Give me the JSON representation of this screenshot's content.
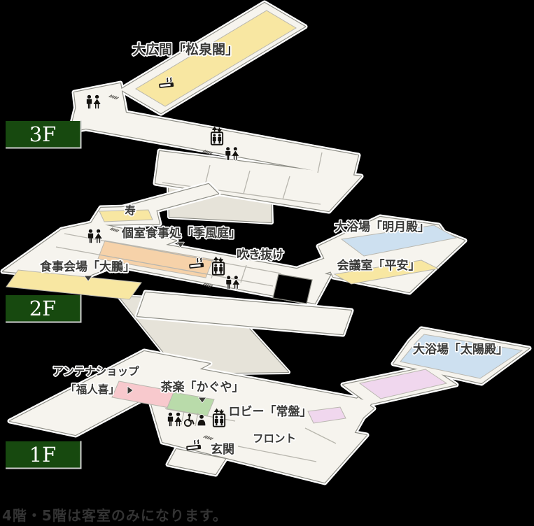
{
  "note": "4階・5階は客室のみになります。",
  "colors": {
    "bg": "#000000",
    "floor": "#f6f4ee",
    "edge": "#8e8e86",
    "ramp": "#e6e3d9",
    "divider": "#b8b6ae",
    "roomYellow": "#f8e7a2",
    "roomPeach": "#f6d2a9",
    "roomBlue": "#cde0f0",
    "roomPink": "#f8c9cd",
    "roomGreen": "#b9dbaa",
    "roomLavender": "#f0d7ee",
    "badgeBg": "#17490f",
    "badgeText": "#ffffff",
    "labelText": "#3a3a38",
    "atrium": "#000000"
  },
  "floors": {
    "f3": {
      "badge": "3F",
      "rooms": {
        "shosenkaku": "大広間「松泉閣」"
      }
    },
    "f2": {
      "badge": "2F",
      "rooms": {
        "kotobuki": "寿",
        "kifutei": "個室食事処「季風庭」",
        "fukinuke": "吹き抜け",
        "taiho": "食事会場「大鵬」",
        "meigetsuden": "大浴場「明月殿」",
        "heian": "会議室「平安」"
      }
    },
    "f1": {
      "badge": "1F",
      "rooms": {
        "antenna_shop_line1": "アンテナショップ",
        "antenna_shop_line2": "「福人喜」",
        "saraku": "茶楽「かぐや」",
        "lobby": "ロビー「常盤」",
        "front": "フロント",
        "genkan": "玄関",
        "taiyoden": "大浴場「太陽殿」"
      }
    }
  },
  "icons": {
    "restroom-icon": "🚻",
    "elevator-icon": "🛗",
    "smoking-icon": "🚬",
    "stairs-icon": "▤",
    "wheelchair-icon": "♿",
    "person-icon": "👤",
    "pointer-down-icon": "▼",
    "pointer-right-icon": "▶"
  }
}
